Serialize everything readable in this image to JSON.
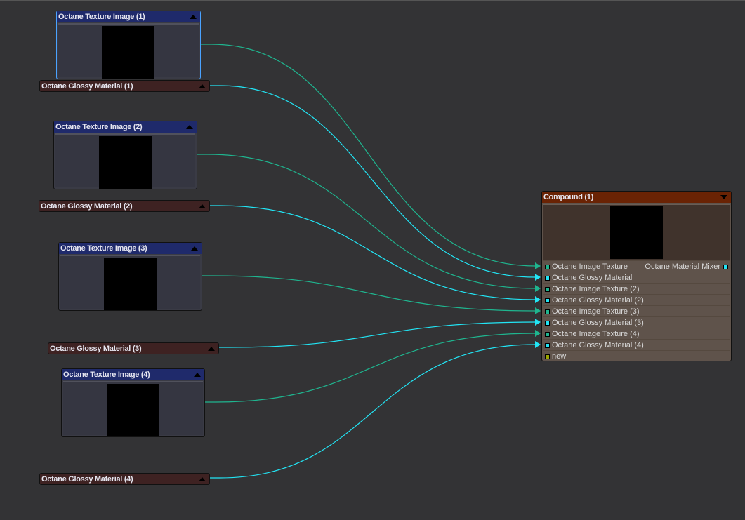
{
  "colors": {
    "texture_wire": "#1fb58f",
    "material_wire": "#22e5f5",
    "new_port": "#9aa500"
  },
  "texture_nodes": [
    {
      "title": "Octane Texture Image (1)",
      "selected": true
    },
    {
      "title": "Octane Texture Image (2)",
      "selected": false
    },
    {
      "title": "Octane Texture Image (3)",
      "selected": false
    },
    {
      "title": "Octane Texture Image (4)",
      "selected": false
    }
  ],
  "material_nodes": [
    {
      "title": "Octane Glossy Material (1)"
    },
    {
      "title": "Octane Glossy Material (2)"
    },
    {
      "title": "Octane Glossy Material (3)"
    },
    {
      "title": "Octane Glossy Material (4)"
    }
  ],
  "compound": {
    "title": "Compound (1)",
    "output": "Octane Material Mixer",
    "inputs": [
      {
        "label": "Octane Image Texture",
        "type": "texture"
      },
      {
        "label": "Octane Glossy Material",
        "type": "material"
      },
      {
        "label": "Octane Image Texture (2)",
        "type": "texture"
      },
      {
        "label": "Octane Glossy Material (2)",
        "type": "material"
      },
      {
        "label": "Octane Image Texture (3)",
        "type": "texture"
      },
      {
        "label": "Octane Glossy Material (3)",
        "type": "material"
      },
      {
        "label": "Octane Image Texture (4)",
        "type": "texture"
      },
      {
        "label": "Octane Glossy Material (4)",
        "type": "material"
      },
      {
        "label": "new",
        "type": "new"
      }
    ]
  }
}
